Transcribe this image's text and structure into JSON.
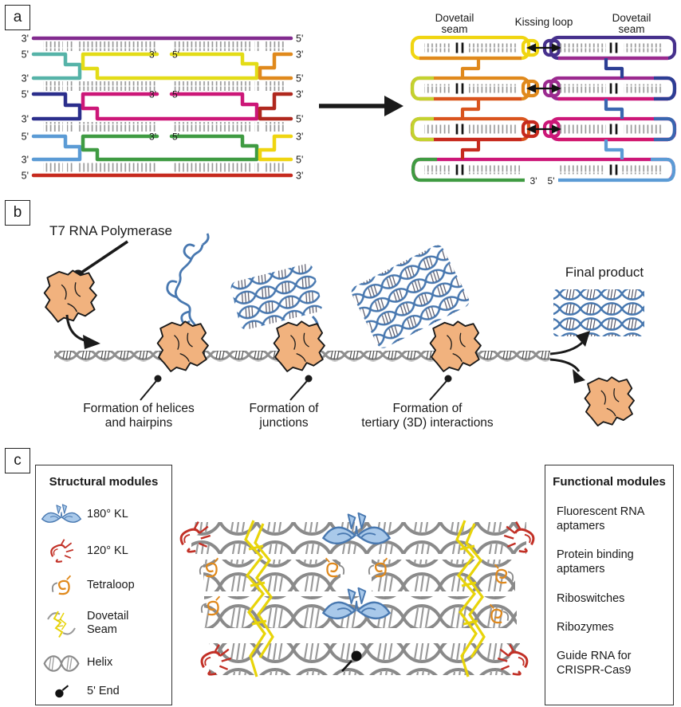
{
  "panels": {
    "a": "a",
    "b": "b",
    "c": "c"
  },
  "panel_a": {
    "labels": {
      "dovetail_left_1": "Dovetail",
      "dovetail_left_2": "seam",
      "kissing_loop": "Kissing loop",
      "dovetail_right_1": "Dovetail",
      "dovetail_right_2": "seam",
      "bottom_3": "3'",
      "bottom_5": "5'"
    },
    "left_rows": [
      {
        "left": "3'",
        "right": "5'"
      },
      {
        "left": "5'",
        "center3": "3'",
        "center5": "5'",
        "right": "3'"
      },
      {
        "left": "3'",
        "right": "5'"
      },
      {
        "left": "5'",
        "center3": "3'",
        "center5": "5'",
        "right": "3'"
      },
      {
        "left": "3'",
        "right": "5'"
      },
      {
        "left": "5'",
        "center3": "3'",
        "center5": "5'",
        "right": "3'"
      },
      {
        "left": "3'",
        "right": "5'"
      },
      {
        "left": "5'",
        "right": "3'"
      }
    ]
  },
  "panel_b": {
    "polymerase_label": "T7 RNA Polymerase",
    "step1_line1": "Formation of helices",
    "step1_line2": "and hairpins",
    "step2_line1": "Formation of",
    "step2_line2": "junctions",
    "step3_line1": "Formation of",
    "step3_line2": "tertiary (3D) interactions",
    "final_product": "Final product"
  },
  "panel_c": {
    "structural_title": "Structural modules",
    "structural_items": [
      "180° KL",
      "120° KL",
      "Tetraloop",
      "Dovetail Seam",
      "Helix",
      "5' End"
    ],
    "functional_title": "Functional modules",
    "functional_items": [
      "Fluorescent RNA aptamers",
      "Protein binding aptamers",
      "Riboswitches",
      "Ribozymes",
      "Guide RNA for CRISPR-Cas9"
    ]
  },
  "colors": {
    "purple": "#822B8F",
    "teal": "#56B3A8",
    "yellow": "#E3DC17",
    "orange": "#E0891C",
    "navy": "#2B2E8C",
    "magenta": "#CC1778",
    "dark_red": "#B0281E",
    "light_blue": "#5B9BD5",
    "green": "#3F9B42",
    "red": "#C62A1E",
    "chartreuse": "#C3D230",
    "orange_red": "#D9541E",
    "indigo": "#46308C",
    "purple_magenta": "#9B2A8F",
    "royal_blue": "#3A66B0",
    "navy_blue": "#2C3E94",
    "polymerase_tan": "#F1B27E",
    "rna_blue": "#4878B0",
    "rna_blue_light": "#C6DAF0",
    "dna_gray": "#8F8F8F",
    "helix_gray": "#8A8A8A",
    "seam_yellow": "#E8D40A",
    "kl_red": "#C23026",
    "tetraloop_orange": "#E0891C",
    "tick_gray": "#999999"
  }
}
